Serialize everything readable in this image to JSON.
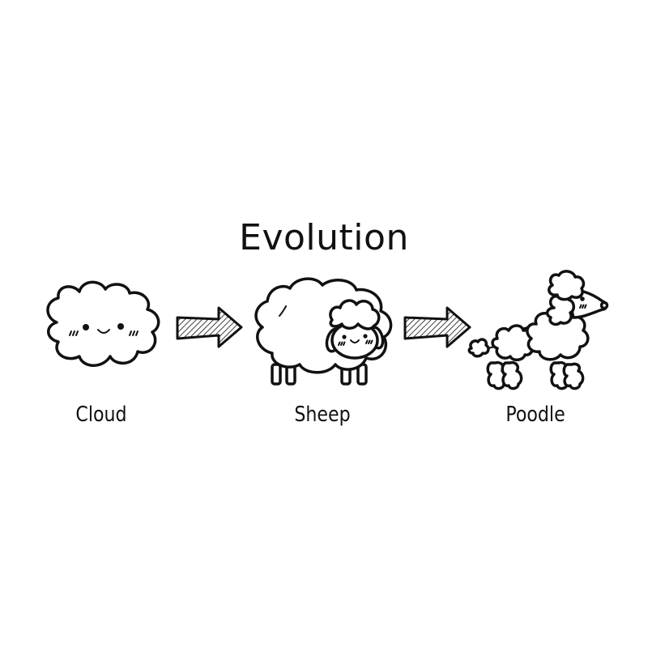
{
  "title": "Evolution",
  "stages": [
    {
      "label": "Cloud",
      "icon": "cloud-icon"
    },
    {
      "label": "Sheep",
      "icon": "sheep-icon"
    },
    {
      "label": "Poodle",
      "icon": "poodle-icon"
    }
  ],
  "arrows": [
    {
      "from": "Cloud",
      "to": "Sheep",
      "style": "hatched"
    },
    {
      "from": "Sheep",
      "to": "Poodle",
      "style": "hatched"
    }
  ],
  "colors": {
    "ink": "#111111",
    "background": "#ffffff"
  }
}
